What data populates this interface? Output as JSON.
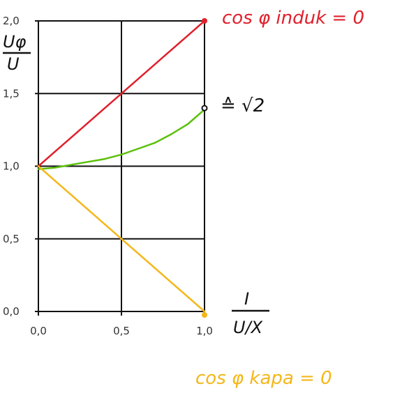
{
  "chart_data": {
    "type": "line",
    "x_ticks": [
      "0,0",
      "0,5",
      "1,0"
    ],
    "y_ticks": [
      "0,0",
      "0,5",
      "1,0",
      "1,5",
      "2,0"
    ],
    "xlim": [
      0,
      1
    ],
    "ylim": [
      0,
      2
    ],
    "grid": true,
    "ylabel_numerator": "Uφ",
    "ylabel_denominator": "U",
    "xlabel_numerator": "I",
    "xlabel_denominator": "U/X",
    "series": [
      {
        "name": "cos φ induk = 0",
        "color": "#e0202c",
        "x": [
          0,
          0.1,
          0.2,
          0.3,
          0.4,
          0.5,
          0.6,
          0.7,
          0.8,
          0.9,
          1.0
        ],
        "y": [
          1.0,
          1.1,
          1.2,
          1.3,
          1.4,
          1.5,
          1.6,
          1.7,
          1.8,
          1.9,
          2.0
        ]
      },
      {
        "name": "≙ √2",
        "color": "#5cc00c",
        "x": [
          0,
          0.1,
          0.2,
          0.3,
          0.4,
          0.5,
          0.6,
          0.7,
          0.8,
          0.9,
          1.0
        ],
        "y": [
          0.98,
          0.99,
          1.01,
          1.03,
          1.05,
          1.08,
          1.12,
          1.16,
          1.22,
          1.29,
          1.39
        ]
      },
      {
        "name": "cos φ kapa = 0",
        "color": "#f4b71a",
        "x": [
          0,
          0.1,
          0.2,
          0.3,
          0.4,
          0.5,
          0.6,
          0.7,
          0.8,
          0.9,
          1.0
        ],
        "y": [
          1.0,
          0.9,
          0.8,
          0.7,
          0.6,
          0.5,
          0.4,
          0.3,
          0.2,
          0.1,
          0.0
        ]
      }
    ]
  },
  "annotations": {
    "red_label": "cos φ induk = 0",
    "green_label": "≙ √2",
    "yellow_label": "cos φ kapa = 0"
  }
}
